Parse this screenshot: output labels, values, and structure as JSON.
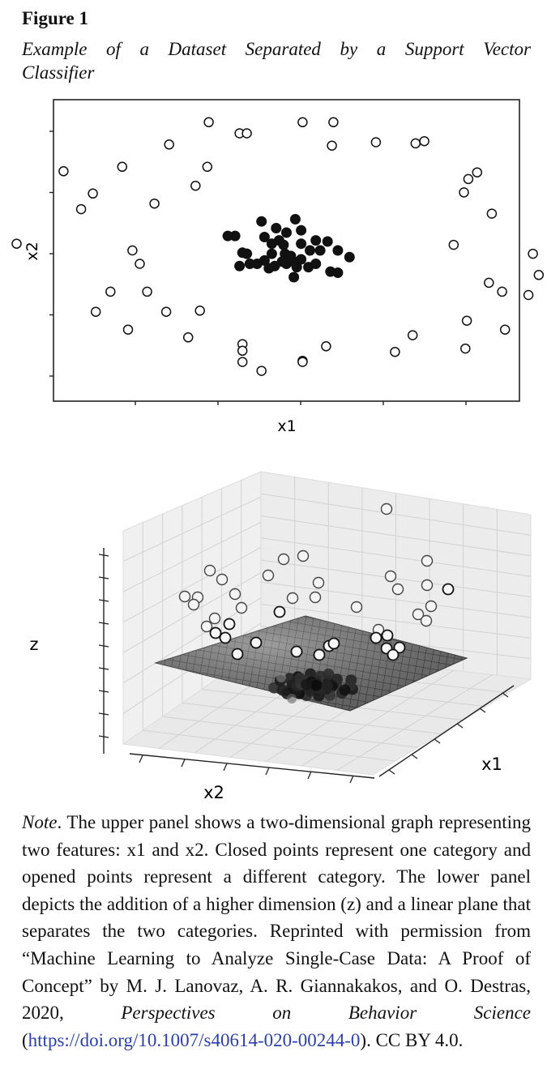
{
  "figure": {
    "label": "Figure 1",
    "title_line1": "Example of a Dataset Separated by a Support Vector",
    "title_line2": "Classifier"
  },
  "chart_data": [
    {
      "type": "scatter",
      "panel": "upper",
      "xlabel": "x1",
      "ylabel": "x2",
      "xlim": [
        -1.5,
        1.5
      ],
      "ylim": [
        -1.25,
        1.25
      ],
      "x_ticks_count": 5,
      "y_ticks_count": 5,
      "grid": false,
      "series": [
        {
          "style": "open",
          "points": [
            [
              -0.53,
              1.15
            ],
            [
              -0.32,
              1.05
            ],
            [
              -0.27,
              1.05
            ],
            [
              0.11,
              1.15
            ],
            [
              0.32,
              1.15
            ],
            [
              -0.8,
              0.95
            ],
            [
              0.31,
              0.94
            ],
            [
              0.61,
              0.97
            ],
            [
              0.88,
              0.96
            ],
            [
              0.94,
              0.98
            ],
            [
              -1.52,
              0.71
            ],
            [
              -1.12,
              0.75
            ],
            [
              -0.54,
              0.75
            ],
            [
              -0.62,
              0.58
            ],
            [
              1.3,
              0.7
            ],
            [
              -1.32,
              0.51
            ],
            [
              -1.4,
              0.37
            ],
            [
              -0.9,
              0.42
            ],
            [
              1.24,
              0.64
            ],
            [
              1.21,
              0.52
            ],
            [
              1.4,
              0.33
            ],
            [
              1.92,
              0.34
            ],
            [
              -1.84,
              0.06
            ],
            [
              -1.05,
              0.0
            ],
            [
              1.14,
              0.05
            ],
            [
              1.68,
              -0.03
            ],
            [
              -1.0,
              -0.12
            ],
            [
              1.72,
              -0.22
            ],
            [
              -1.2,
              -0.37
            ],
            [
              -0.95,
              -0.37
            ],
            [
              1.38,
              -0.29
            ],
            [
              1.47,
              -0.37
            ],
            [
              1.65,
              -0.4
            ],
            [
              -1.3,
              -0.55
            ],
            [
              -0.82,
              -0.55
            ],
            [
              -0.59,
              -0.54
            ],
            [
              1.23,
              -0.63
            ],
            [
              -1.08,
              -0.71
            ],
            [
              -0.67,
              -0.78
            ],
            [
              0.27,
              -0.86
            ],
            [
              0.86,
              -0.76
            ],
            [
              1.49,
              -0.71
            ],
            [
              -0.3,
              -0.84
            ],
            [
              -0.3,
              -0.9
            ],
            [
              -0.3,
              -1.0
            ],
            [
              0.74,
              -0.91
            ],
            [
              1.22,
              -0.88
            ],
            [
              -0.17,
              -1.08
            ],
            [
              0.11,
              -0.99
            ],
            [
              0.11,
              -1.0
            ]
          ]
        },
        {
          "style": "closed",
          "points": [
            [
              -0.4,
              0.13
            ],
            [
              -0.35,
              0.13
            ],
            [
              -0.15,
              0.12
            ],
            [
              -0.17,
              0.26
            ],
            [
              0.06,
              0.28
            ],
            [
              -0.07,
              0.2
            ],
            [
              0.0,
              0.16
            ],
            [
              0.1,
              0.18
            ],
            [
              0.2,
              0.09
            ],
            [
              -0.05,
              0.09
            ],
            [
              0.1,
              0.06
            ],
            [
              -0.1,
              0.06
            ],
            [
              -0.02,
              0.05
            ],
            [
              0.16,
              0.0
            ],
            [
              0.28,
              0.08
            ],
            [
              0.35,
              0.0
            ],
            [
              0.43,
              -0.06
            ],
            [
              -0.27,
              -0.03
            ],
            [
              -0.1,
              -0.03
            ],
            [
              -0.01,
              -0.03
            ],
            [
              -0.3,
              -0.02
            ],
            [
              0.23,
              0.0
            ],
            [
              -0.25,
              -0.12
            ],
            [
              -0.15,
              -0.09
            ],
            [
              0.05,
              -0.1
            ],
            [
              0.0,
              -0.08
            ],
            [
              -0.08,
              -0.14
            ],
            [
              0.15,
              -0.15
            ],
            [
              0.2,
              -0.12
            ],
            [
              -0.12,
              -0.16
            ],
            [
              0.1,
              -0.08
            ],
            [
              0.03,
              -0.05
            ],
            [
              -0.32,
              -0.14
            ],
            [
              0.3,
              -0.19
            ],
            [
              0.35,
              -0.2
            ],
            [
              0.05,
              -0.24
            ],
            [
              0.07,
              -0.15
            ],
            [
              0.0,
              -0.12
            ],
            [
              -0.03,
              -0.1
            ],
            [
              -0.2,
              -0.12
            ]
          ]
        }
      ]
    },
    {
      "type": "scatter",
      "panel": "lower",
      "projection": "3d",
      "xlabel": "x1",
      "ylabel": "x2",
      "zlabel": "z",
      "has_separating_plane": true,
      "grid": true
    }
  ],
  "note": {
    "lead": "Note",
    "body": ". The upper panel shows a two-dimensional graph representing two features: x1 and x2. Closed points represent one category and opened points represent a different category. The lower panel depicts the addition of a higher dimension (z) and a linear plane that separates the two categories. Reprinted with permission from “Machine Learning to Analyze Single-Case Data: A Proof of Concept” by M. J. Lanovaz, A. R. Giannakakos, and O. Destras, 2020, ",
    "journal": "Perspectives on Behavior Science",
    "paren_open": " (",
    "link": "https://doi.org/10.1007/s40614-020-00244-0",
    "tail": "). CC BY 4.0."
  }
}
